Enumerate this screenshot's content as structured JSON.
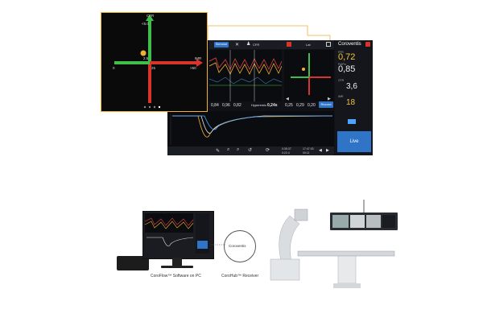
{
  "zoom_panel": {
    "axis_top": "CFR",
    "axis_right": "IMR",
    "top_val": "<5.0",
    "center_val": "2.5",
    "zero_left": "0",
    "mid_bottom": "25",
    "right_val": ">50"
  },
  "toolbar": {
    "tab_label": "Stenose",
    "cfr_label": "CFR",
    "lat_label": "Lat"
  },
  "measure_row": {
    "v1": "0,84",
    "v2": "0,96",
    "v3": "0,82",
    "hyperemic_label": "Hyperemic",
    "hyperemic_val": "0,24s",
    "v4": "0,25",
    "v5": "0,29",
    "v6": "0,20",
    "record_label": "Record"
  },
  "sidebar": {
    "brand": "Coroventis",
    "ffr_label": "FFR",
    "ffr_val": "0,72",
    "pdpa_label": "Pd/Pa",
    "pdpa_val": "0,85",
    "cfr_label": "CFR",
    "cfr_val": "3,6",
    "imr_label": "IMR",
    "imr_val": "18",
    "live_label": "Live"
  },
  "bottom_bar": {
    "t1": "0:35:37",
    "t2": "0:22.4",
    "t3": "17:47:03",
    "t4": "00:11"
  },
  "illustration": {
    "receiver_label": "Coroventis",
    "caption_pc": "CoroFlow™ Software on PC",
    "caption_hub": "CoroHub™ Receiver"
  },
  "colors": {
    "accent": "#2f74c6",
    "gold": "#f0b030",
    "green": "#3fbf4a",
    "red": "#d9342b"
  }
}
